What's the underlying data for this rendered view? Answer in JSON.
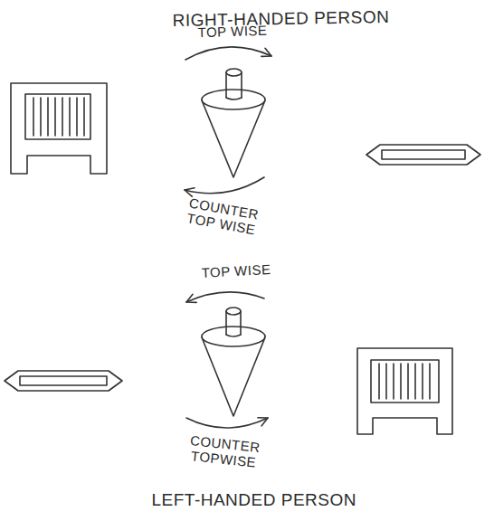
{
  "diagram": {
    "labels": [
      "RIGHT-HANDED PERSON",
      "TOP WISE",
      "COUNTER TOP WISE",
      "TOP WISE",
      "COUNTER TOPWISE",
      "LEFT-HANDED PERSON"
    ]
  }
}
